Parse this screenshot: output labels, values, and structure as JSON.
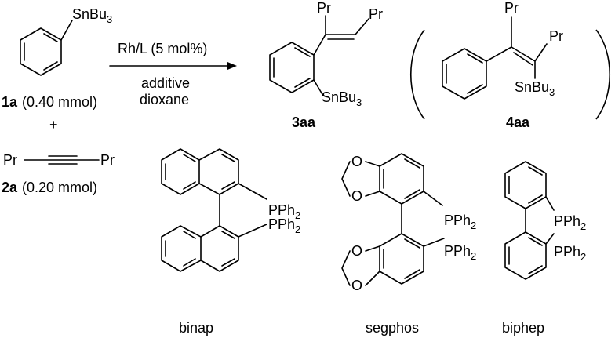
{
  "reagents": {
    "substituent_1a": "SnBu",
    "substituent_1a_sub": "3",
    "id_1a": "1a",
    "amount_1a": "(0.40 mmol)",
    "plus": "+",
    "alkyne_left": "Pr",
    "alkyne_right": "Pr",
    "id_2a": "2a",
    "amount_2a": "(0.20 mmol)"
  },
  "conditions": {
    "catalyst": "Rh/L (5 mol%)",
    "additive": "additive",
    "solvent": "dioxane"
  },
  "products": {
    "p3aa": {
      "pr_top": "Pr",
      "pr_side": "Pr",
      "sn": "SnBu",
      "sn_sub": "3",
      "id": "3aa"
    },
    "p4aa": {
      "pr_top": "Pr",
      "pr_side": "Pr",
      "sn": "SnBu",
      "sn_sub": "3",
      "id": "4aa"
    }
  },
  "ligands": {
    "binap": {
      "p_upper": "PPh",
      "p_lower": "PPh",
      "p_sub": "2",
      "name": "binap"
    },
    "segphos": {
      "p_upper": "PPh",
      "p_lower": "PPh",
      "p_sub": "2",
      "o_label": "O",
      "name": "segphos"
    },
    "biphep": {
      "p_upper": "PPh",
      "p_lower": "PPh",
      "p_sub": "2",
      "name": "biphep"
    }
  }
}
